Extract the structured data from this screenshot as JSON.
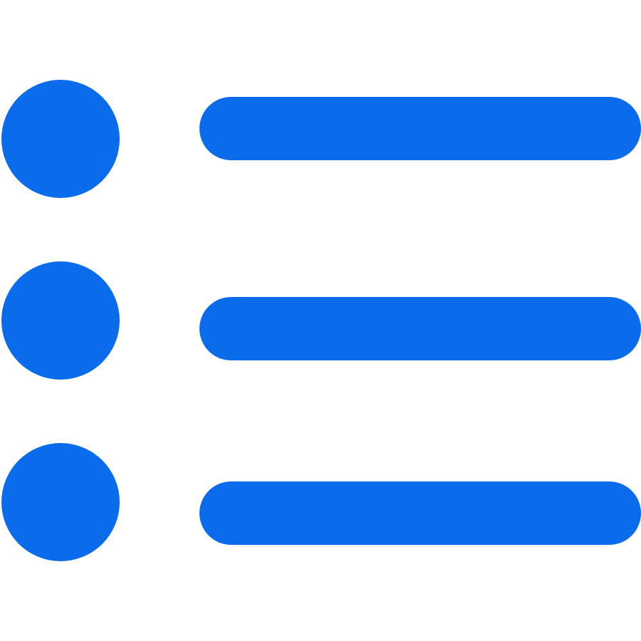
{
  "icon": {
    "name": "list-icon",
    "color": "#0A6CEB",
    "background": "#FFFFFF",
    "rows": [
      {
        "name": "list-row-1"
      },
      {
        "name": "list-row-2"
      },
      {
        "name": "list-row-3"
      }
    ]
  }
}
